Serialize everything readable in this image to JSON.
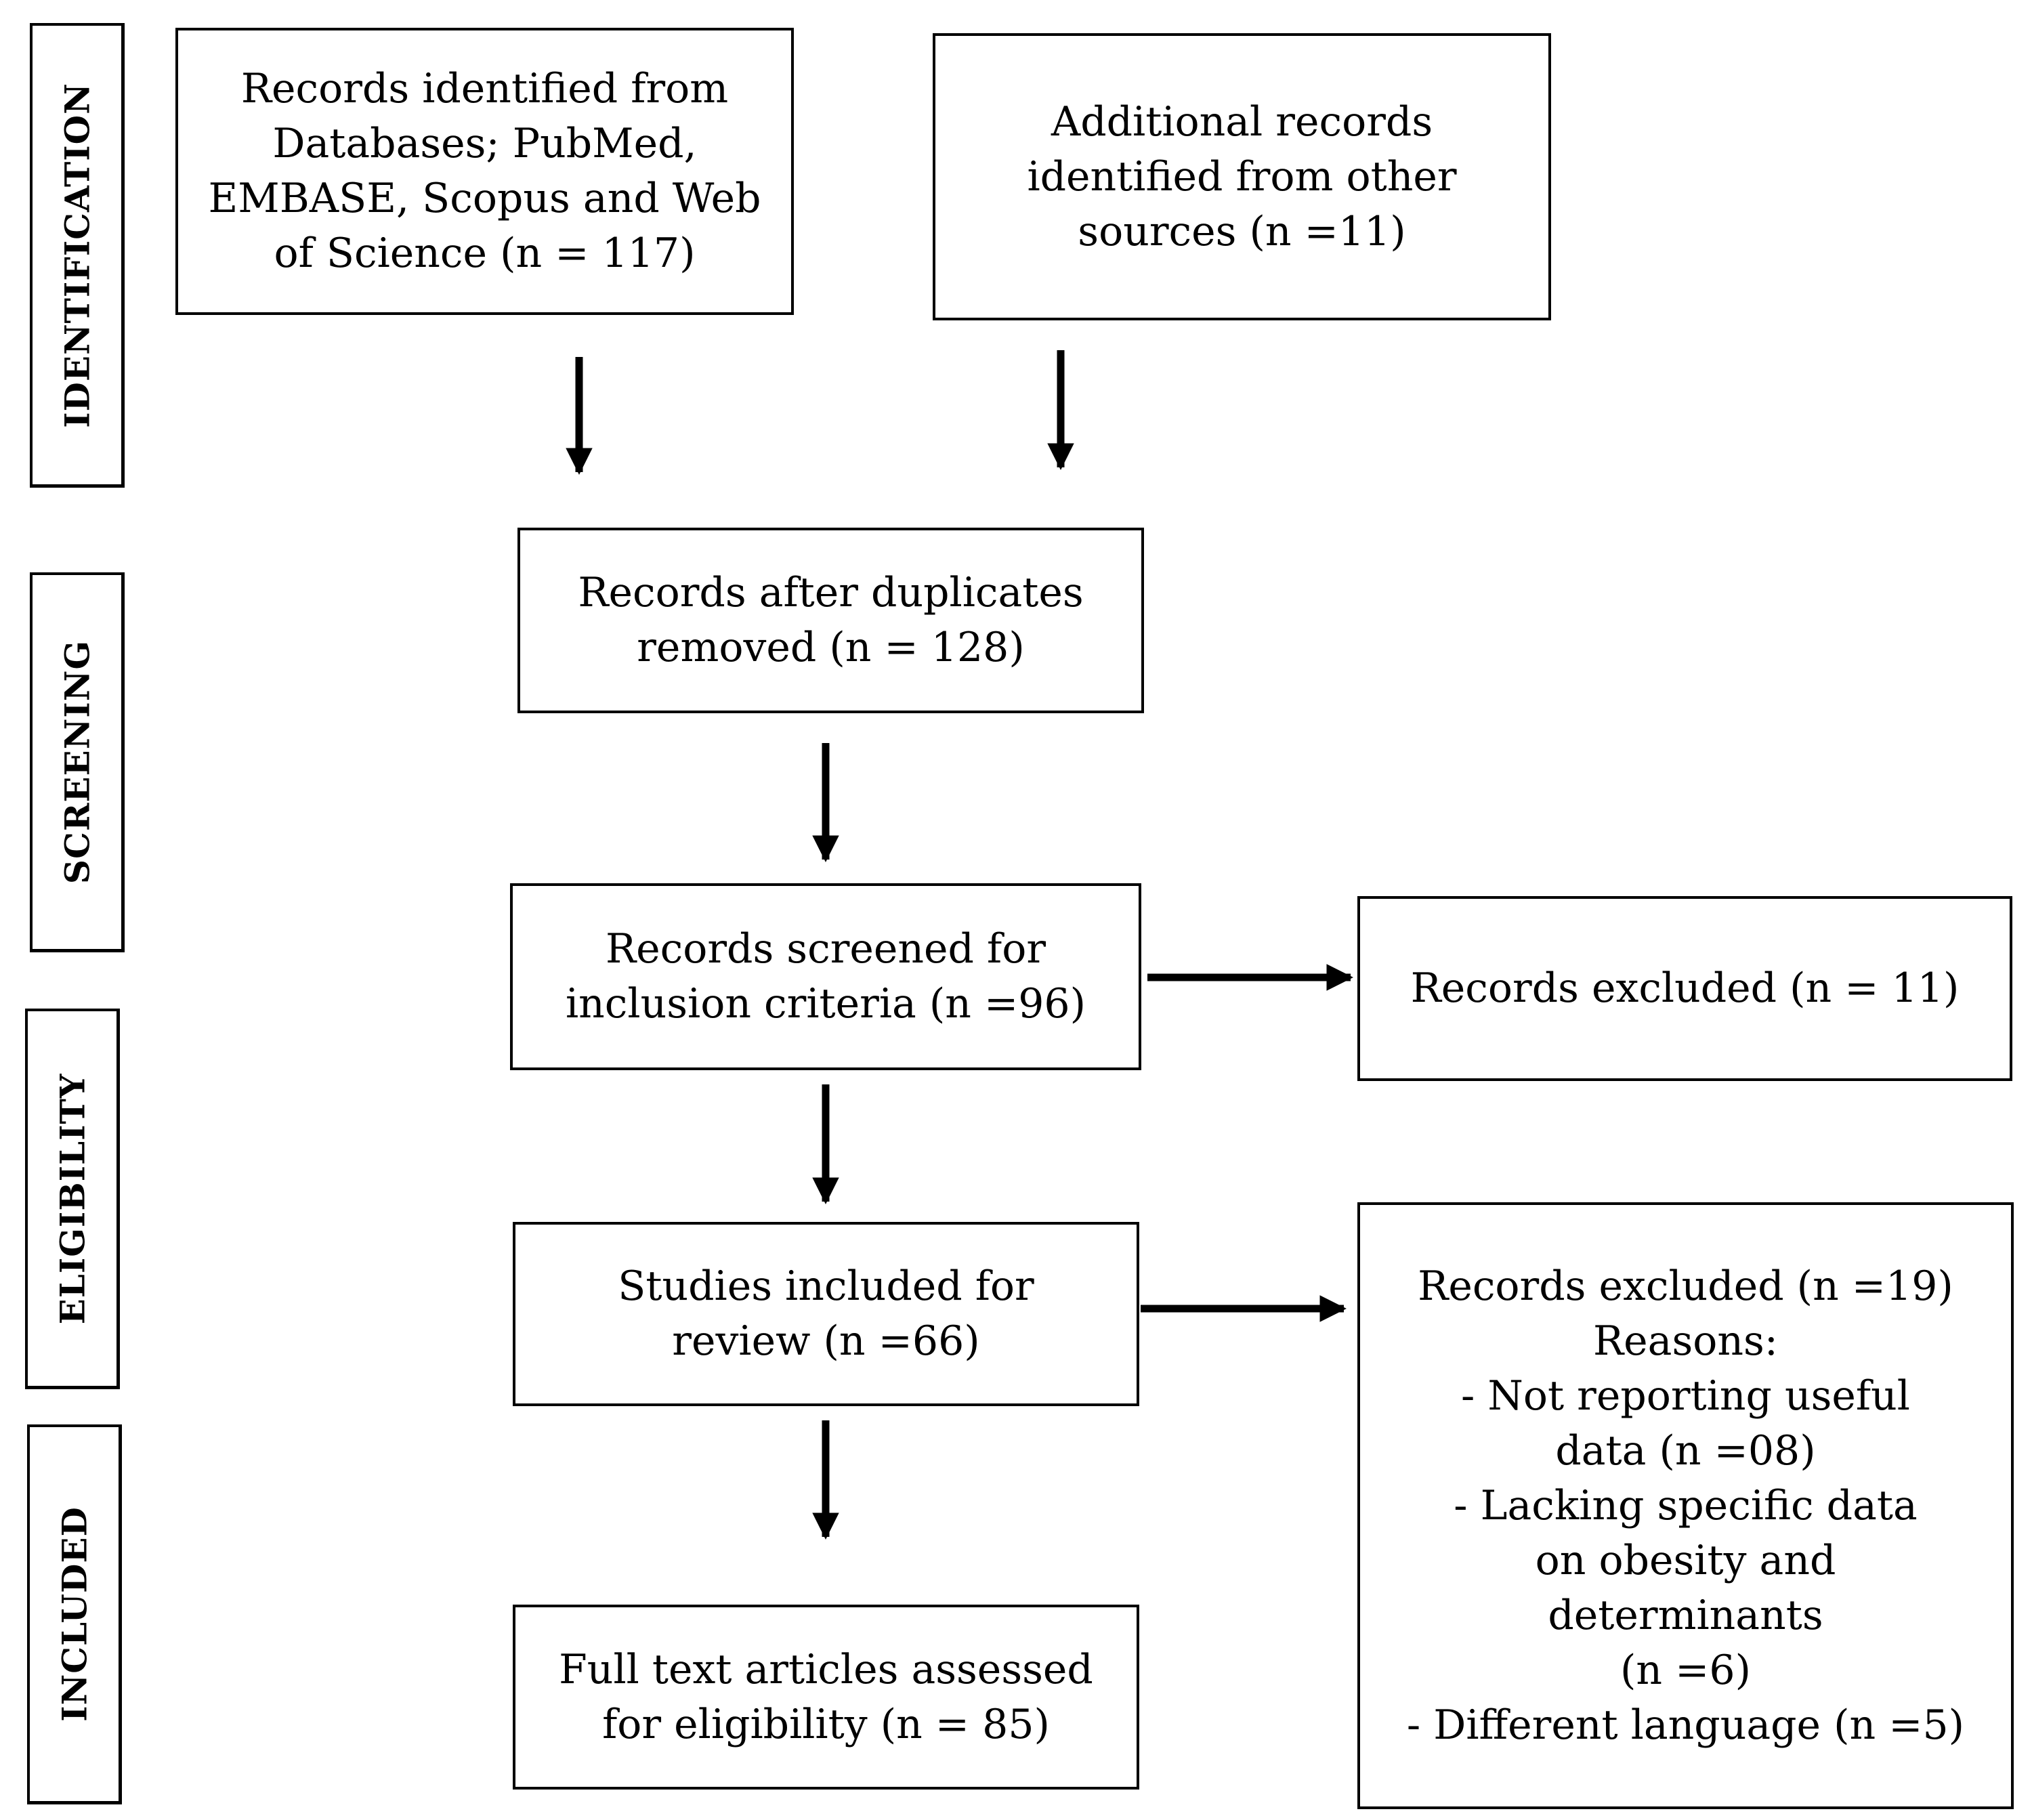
{
  "stages": {
    "identification": "IDENTIFICATION",
    "screening": "SCREENING",
    "eligibility": "ELIGIBILITY",
    "included": "INCLUDED"
  },
  "boxes": {
    "databases": [
      "Records identified from",
      "Databases; PubMed,",
      "EMBASE, Scopus and Web",
      "of Science (n = 117)"
    ],
    "other_sources": [
      "Additional records",
      "identified from other",
      "sources (n =11)"
    ],
    "duplicates_removed": [
      "Records after duplicates",
      "removed (n = 128)"
    ],
    "screened": [
      "Records screened for",
      "inclusion criteria (n =96)"
    ],
    "excluded_screening": [
      "Records excluded (n = 11)"
    ],
    "included_review": [
      "Studies included for",
      "review (n =66)"
    ],
    "excluded_eligibility": [
      "Records excluded (n =19)",
      "Reasons:",
      "- Not reporting useful",
      "data (n =08)",
      "- Lacking specific data",
      "on obesity and",
      "determinants",
      "(n =6)",
      "- Different language (n =5)"
    ],
    "full_text": [
      "Full text articles assessed",
      "for eligibility (n = 85)"
    ]
  }
}
